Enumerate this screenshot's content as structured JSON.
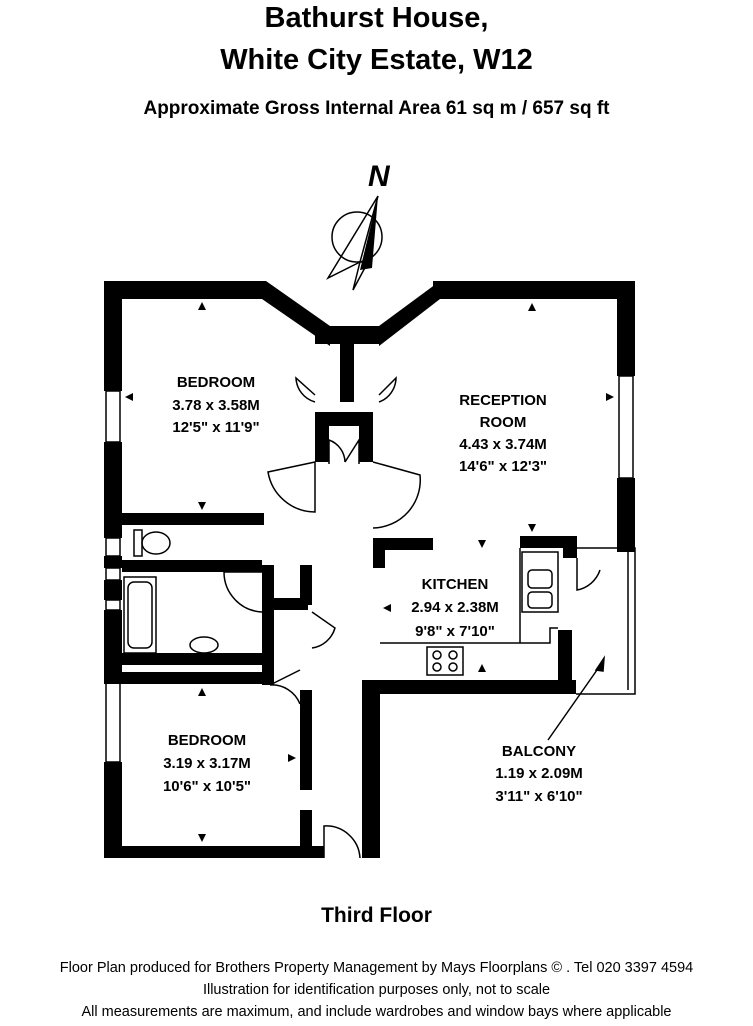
{
  "header": {
    "title_line1": "Bathurst House,",
    "title_line2": "White City Estate, W12",
    "area": "Approximate Gross Internal Area 61 sq m /  657 sq ft"
  },
  "compass": {
    "label": "N"
  },
  "rooms": {
    "bedroom1": {
      "name": "BEDROOM",
      "metric": "3.78 x 3.58M",
      "imperial": "12'5\" x 11'9\""
    },
    "reception": {
      "name_line1": "RECEPTION",
      "name_line2": "ROOM",
      "metric": "4.43 x 3.74M",
      "imperial": "14'6\" x 12'3\""
    },
    "kitchen": {
      "name": "KITCHEN",
      "metric": "2.94 x 2.38M",
      "imperial": "9'8\" x 7'10\""
    },
    "bedroom2": {
      "name": "BEDROOM",
      "metric": "3.19 x 3.17M",
      "imperial": "10'6\" x 10'5\""
    },
    "balcony": {
      "name": "BALCONY",
      "metric": "1.19 x 2.09M",
      "imperial": "3'11\" x 6'10\""
    }
  },
  "floor_label": "Third Floor",
  "footer": {
    "line1": "Floor Plan produced for Brothers Property Management by Mays Floorplans  © . Tel 020 3397 4594",
    "line2": "Illustration for identification purposes only, not to scale",
    "line3": "All measurements are maximum, and include wardrobes and window bays where applicable"
  }
}
